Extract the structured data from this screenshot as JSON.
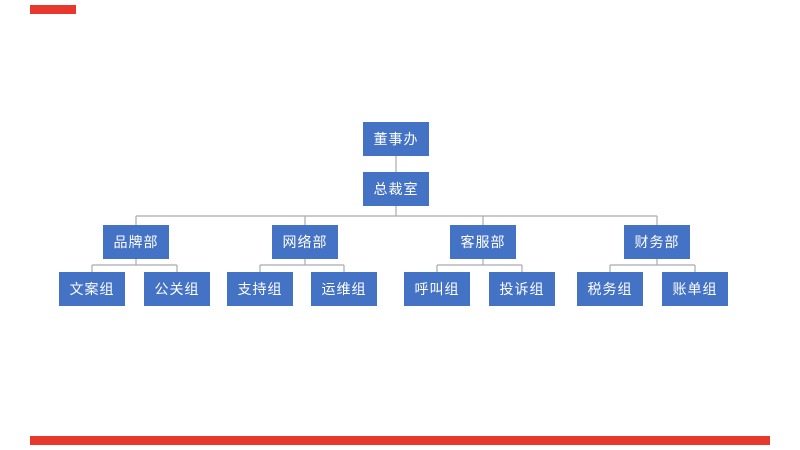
{
  "colors": {
    "node_fill": "#4472c4",
    "node_text": "#ffffff",
    "connector": "#ababab",
    "accent": "#e8382d"
  },
  "org_chart": {
    "type": "org-tree",
    "root": {
      "label": "董事办"
    },
    "executive": {
      "label": "总裁室"
    },
    "departments": [
      {
        "label": "品牌部",
        "children": [
          {
            "label": "文案组"
          },
          {
            "label": "公关组"
          }
        ]
      },
      {
        "label": "网络部",
        "children": [
          {
            "label": "支持组"
          },
          {
            "label": "运维组"
          }
        ]
      },
      {
        "label": "客服部",
        "children": [
          {
            "label": "呼叫组"
          },
          {
            "label": "投诉组"
          }
        ]
      },
      {
        "label": "财务部",
        "children": [
          {
            "label": "税务组"
          },
          {
            "label": "账单组"
          }
        ]
      }
    ]
  }
}
